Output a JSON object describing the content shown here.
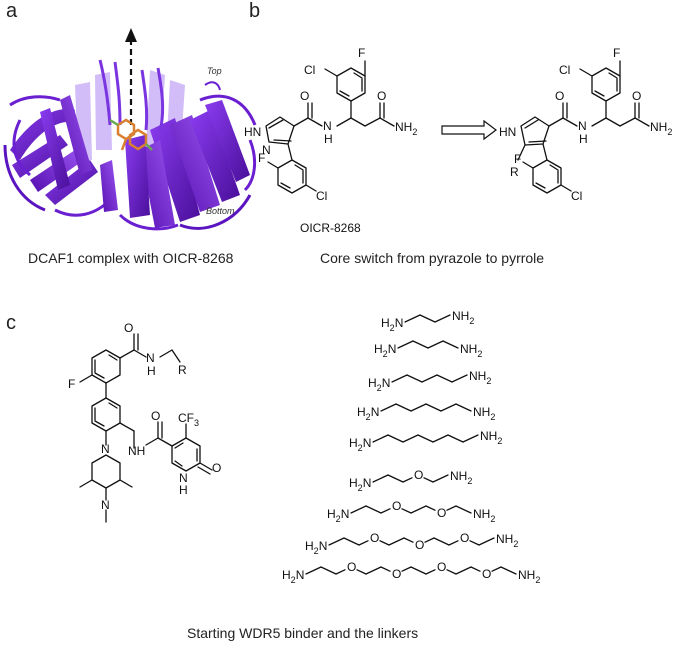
{
  "panels": {
    "a": {
      "letter": "a",
      "top_label": "Top",
      "bottom_label": "Bottom",
      "caption": "DCAF1 complex with OICR-8268",
      "colors": {
        "protein": "#6a1fd0",
        "protein_dark": "#4a0f9a",
        "ligand": "#d98030",
        "ligand_green": "#6aa84f"
      }
    },
    "b": {
      "letter": "b",
      "compound_name": "OICR-8268",
      "caption": "Core switch from pyrazole to pyrrole",
      "atoms": {
        "F": "F",
        "Cl": "Cl",
        "O": "O",
        "N": "N",
        "H": "H",
        "HN": "HN",
        "NH2": "NH",
        "two": "2",
        "R": "R"
      }
    },
    "c": {
      "letter": "c",
      "caption": "Starting WDR5 binder and the linkers",
      "atoms": {
        "F": "F",
        "O": "O",
        "N": "N",
        "H": "H",
        "R": "R",
        "CF3": "CF",
        "three": "3",
        "NH": "N",
        "NHlow": "H"
      },
      "linker_end": {
        "H2N": "H",
        "two": "2",
        "N": "N",
        "NH2": "NH"
      },
      "linker_O": "O"
    }
  }
}
